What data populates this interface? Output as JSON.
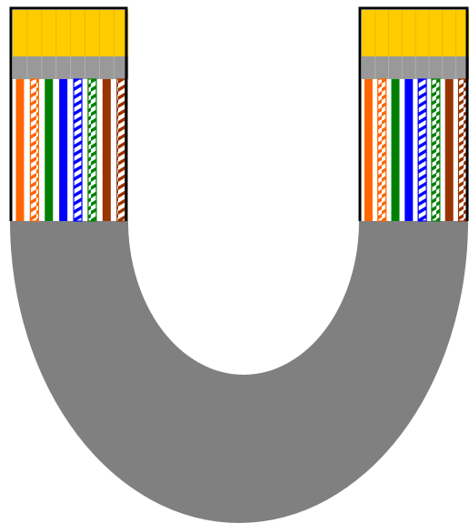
{
  "colors": {
    "cable_jacket": "#808080",
    "plug_outline": "#000000",
    "contact_pins": "#ffcc00",
    "contact_divider": "#e8b800",
    "crimp_band": "#999999",
    "crimp_divider": "#b0b0b0",
    "background": "#ffffff"
  },
  "connectors": [
    {
      "id": "left",
      "wire_order": [
        {
          "base": "#ff6600",
          "striped": false
        },
        {
          "base": "#ff6600",
          "striped": true
        },
        {
          "base": "#008000",
          "striped": false
        },
        {
          "base": "#0000ff",
          "striped": false
        },
        {
          "base": "#0000ff",
          "striped": true
        },
        {
          "base": "#008000",
          "striped": true
        },
        {
          "base": "#993300",
          "striped": false
        },
        {
          "base": "#993300",
          "striped": true
        }
      ]
    },
    {
      "id": "right",
      "wire_order": [
        {
          "base": "#ff6600",
          "striped": false
        },
        {
          "base": "#ff6600",
          "striped": true
        },
        {
          "base": "#008000",
          "striped": false
        },
        {
          "base": "#0000ff",
          "striped": false
        },
        {
          "base": "#0000ff",
          "striped": true
        },
        {
          "base": "#008000",
          "striped": true
        },
        {
          "base": "#993300",
          "striped": false
        },
        {
          "base": "#993300",
          "striped": true
        }
      ]
    }
  ],
  "pin_count": 8
}
